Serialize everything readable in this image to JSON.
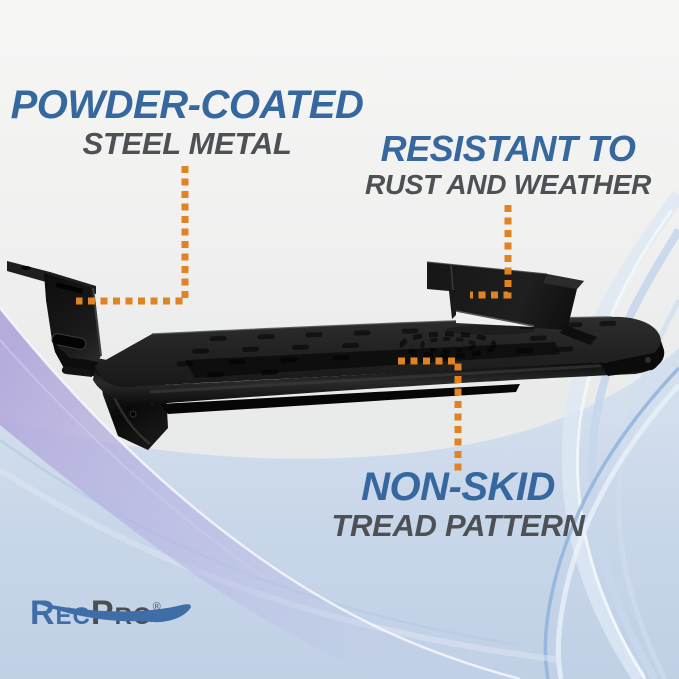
{
  "callouts": {
    "powder_coated": {
      "title": "POWDER-COATED",
      "subtitle": "STEEL METAL"
    },
    "resistant": {
      "title": "RESISTANT TO",
      "subtitle": "RUST AND WEATHER"
    },
    "non_skid": {
      "title": "NON-SKID",
      "subtitle": "TREAD PATTERN"
    }
  },
  "logo": {
    "part1": "Rec",
    "part2": "Pro",
    "registered": "®"
  },
  "product_image": {
    "name": "black-powder-coated-rv-slide-out-step-tray"
  },
  "icons": {
    "connector_style": "orange-square-dotted-leader-line",
    "logo_swoosh": "blue-curved-swoosh"
  },
  "colors": {
    "callout_title_blue": "#36689f",
    "callout_subtitle_gray": "#4d5156",
    "connector_orange": "#e08322",
    "logo_blue": "#3e6da7",
    "logo_gray": "#4b4f54",
    "background_top_gray": "#f5f5f4",
    "background_blue": "#c6d4e8",
    "background_purple": "#b3aadb",
    "product_black": "#141414"
  }
}
